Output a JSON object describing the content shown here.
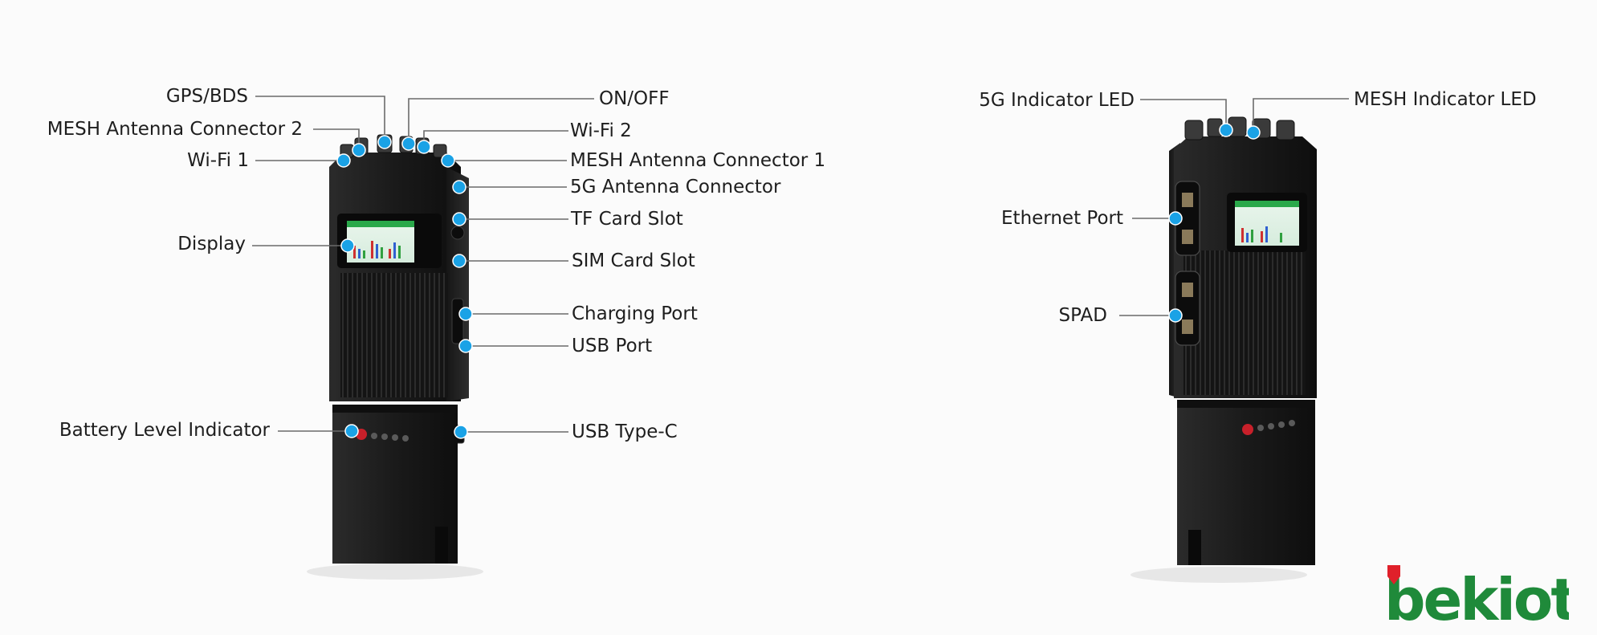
{
  "front_view": {
    "callouts": [
      {
        "id": "gps-bds",
        "text": "GPS/BDS"
      },
      {
        "id": "mesh-antenna-2",
        "text": "MESH Antenna Connector 2"
      },
      {
        "id": "wifi-1",
        "text": "Wi-Fi 1"
      },
      {
        "id": "display",
        "text": "Display"
      },
      {
        "id": "battery-level",
        "text": "Battery Level Indicator"
      },
      {
        "id": "on-off",
        "text": "ON/OFF"
      },
      {
        "id": "wifi-2",
        "text": "Wi-Fi 2"
      },
      {
        "id": "mesh-antenna-1",
        "text": "MESH Antenna Connector 1"
      },
      {
        "id": "5g-antenna",
        "text": "5G Antenna Connector"
      },
      {
        "id": "tf-card",
        "text": "TF Card Slot"
      },
      {
        "id": "sim-card",
        "text": "SIM Card Slot"
      },
      {
        "id": "charging-port",
        "text": "Charging Port"
      },
      {
        "id": "usb-port",
        "text": "USB Port"
      },
      {
        "id": "usb-type-c",
        "text": "USB Type-C"
      }
    ]
  },
  "back_view": {
    "callouts": [
      {
        "id": "5g-led",
        "text": "5G Indicator LED"
      },
      {
        "id": "mesh-led",
        "text": "MESH Indicator LED"
      },
      {
        "id": "ethernet-port",
        "text": "Ethernet Port"
      },
      {
        "id": "spad",
        "text": "SPAD"
      }
    ]
  },
  "logo": {
    "text": "bekiot"
  },
  "colors": {
    "callout_dot": "#1aa2e6",
    "leader_line": "#6b6b6b",
    "logo_green": "#1f8a3a",
    "logo_red": "#e0202a",
    "device_body": "#1b1b1b"
  }
}
